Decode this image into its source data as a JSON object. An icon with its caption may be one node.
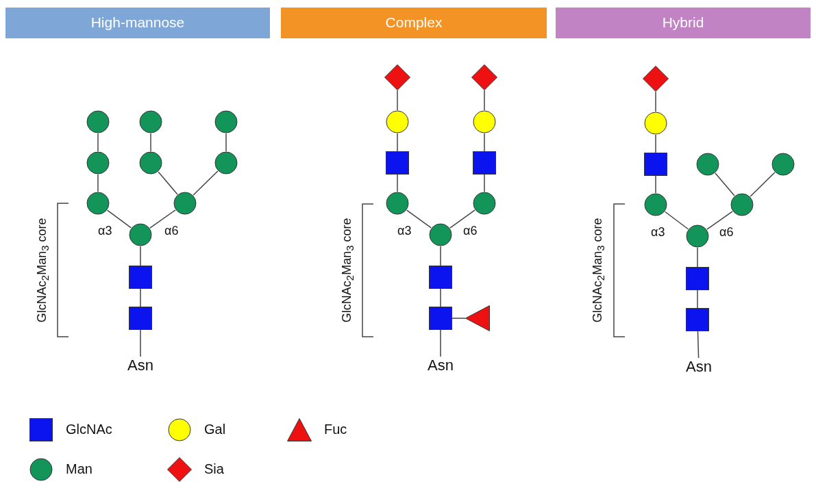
{
  "diagram": {
    "nodes": [
      {
        "text": [
          "High-mannose"
        ]
      },
      {
        "text": [
          "Complex"
        ]
      },
      {
        "text": [
          "Hybrid"
        ]
      },
      {
        "text": [],
        "shape": "circle"
      },
      {
        "text": [],
        "shape": "circle"
      },
      {
        "text": [],
        "shape": "circle"
      },
      {
        "text": [],
        "shape": "circle"
      },
      {
        "text": [],
        "shape": "circle"
      },
      {
        "text": [],
        "shape": "circle"
      },
      {
        "text": [],
        "shape": "circle"
      },
      {
        "text": [],
        "shape": "circle"
      },
      {
        "text": [],
        "shape": "circle"
      },
      {
        "text": [],
        "shape": "box"
      },
      {
        "text": [],
        "shape": "box"
      },
      {
        "text": [
          "Asn"
        ]
      },
      {
        "text": [],
        "shape": "diamond"
      },
      {
        "text": [],
        "shape": "diamond"
      },
      {
        "text": [],
        "shape": "circle"
      },
      {
        "text": [],
        "shape": "circle"
      },
      {
        "text": [],
        "shape": "box"
      },
      {
        "text": [],
        "shape": "box"
      },
      {
        "text": [],
        "shape": "circle"
      },
      {
        "text": [],
        "shape": "circle"
      },
      {
        "text": [],
        "shape": "circle"
      },
      {
        "text": [],
        "shape": "box"
      },
      {
        "text": [],
        "shape": "box"
      },
      {
        "text": [],
        "shape": "triangle"
      },
      {
        "text": [
          "Asn"
        ]
      },
      {
        "text": [],
        "shape": "diamond"
      },
      {
        "text": [],
        "shape": "circle"
      },
      {
        "text": [],
        "shape": "box"
      },
      {
        "text": [],
        "shape": "circle"
      },
      {
        "text": [],
        "shape": "circle"
      },
      {
        "text": [],
        "shape": "circle"
      },
      {
        "text": [],
        "shape": "circle"
      },
      {
        "text": [],
        "shape": "circle"
      },
      {
        "text": [],
        "shape": "box"
      },
      {
        "text": [],
        "shape": "box"
      },
      {
        "text": [
          "Asn"
        ]
      }
    ],
    "edges": [
      {
        "from": 3,
        "to": 6,
        "arrow": "none"
      },
      {
        "from": 6,
        "to": 9,
        "arrow": "none"
      },
      {
        "from": 4,
        "to": 7,
        "arrow": "none"
      },
      {
        "from": 7,
        "to": 10,
        "arrow": "none"
      },
      {
        "from": 5,
        "to": 8,
        "arrow": "none"
      },
      {
        "from": 8,
        "to": 10,
        "arrow": "none"
      },
      {
        "from": 9,
        "to": 11,
        "arrow": "none"
      },
      {
        "from": 10,
        "to": 11,
        "arrow": "none"
      },
      {
        "from": 11,
        "to": 12,
        "arrow": "none"
      },
      {
        "from": 12,
        "to": 13,
        "arrow": "none"
      },
      {
        "from": 13,
        "to": 14,
        "arrow": "none"
      },
      {
        "from": 15,
        "to": 17,
        "arrow": "none"
      },
      {
        "from": 17,
        "to": 19,
        "arrow": "none"
      },
      {
        "from": 19,
        "to": 21,
        "arrow": "none"
      },
      {
        "from": 16,
        "to": 18,
        "arrow": "none"
      },
      {
        "from": 18,
        "to": 20,
        "arrow": "none"
      },
      {
        "from": 20,
        "to": 22,
        "arrow": "none"
      },
      {
        "from": 21,
        "to": 23,
        "arrow": "none"
      },
      {
        "from": 22,
        "to": 23,
        "arrow": "none"
      },
      {
        "from": 23,
        "to": 24,
        "arrow": "none"
      },
      {
        "from": 24,
        "to": 25,
        "arrow": "none"
      },
      {
        "from": 25,
        "to": 26,
        "arrow": "none"
      },
      {
        "from": 25,
        "to": 27,
        "arrow": "none"
      },
      {
        "from": 28,
        "to": 29,
        "arrow": "none"
      },
      {
        "from": 29,
        "to": 30,
        "arrow": "none"
      },
      {
        "from": 30,
        "to": 33,
        "arrow": "none"
      },
      {
        "from": 31,
        "to": 34,
        "arrow": "none"
      },
      {
        "from": 32,
        "to": 34,
        "arrow": "none"
      },
      {
        "from": 33,
        "to": 35,
        "arrow": "none"
      },
      {
        "from": 34,
        "to": 35,
        "arrow": "none"
      },
      {
        "from": 35,
        "to": 36,
        "arrow": "none"
      },
      {
        "from": 36,
        "to": 37,
        "arrow": "none"
      },
      {
        "from": 37,
        "to": 38,
        "arrow": "none"
      }
    ],
    "labels": [
      "GlcNAc$_{2}$Man$_{3}$ core",
      "α3",
      "α6",
      "GlcNAc$_{2}$Man$_{3}$ core",
      "α3",
      "α6",
      "GlcNAc$_{2}$Man$_{3}$ core",
      "α3",
      "α6"
    ],
    "legend": [
      {
        "text": "GlcNAc"
      },
      {
        "text": "Gal"
      },
      {
        "text": "Fuc"
      },
      {
        "text": "Man"
      },
      {
        "text": "Sia"
      }
    ]
  }
}
